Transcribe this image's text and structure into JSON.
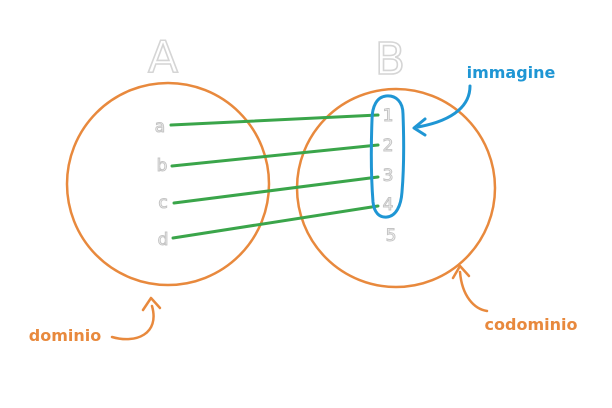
{
  "colors": {
    "orange": "#e8893d",
    "green": "#3aa54a",
    "blue": "#1f96d4",
    "element_outline": "#c4c4c4"
  },
  "sets": {
    "domain_label": "A",
    "codomain_label": "B"
  },
  "domain_elements": [
    "a",
    "b",
    "c",
    "d"
  ],
  "codomain_elements": [
    "1",
    "2",
    "3",
    "4",
    "5"
  ],
  "mapping": [
    [
      "a",
      "1"
    ],
    [
      "b",
      "2"
    ],
    [
      "c",
      "3"
    ],
    [
      "d",
      "4"
    ]
  ],
  "annotations": {
    "image": "immagine",
    "domain": "dominio",
    "codomain": "codominio"
  }
}
